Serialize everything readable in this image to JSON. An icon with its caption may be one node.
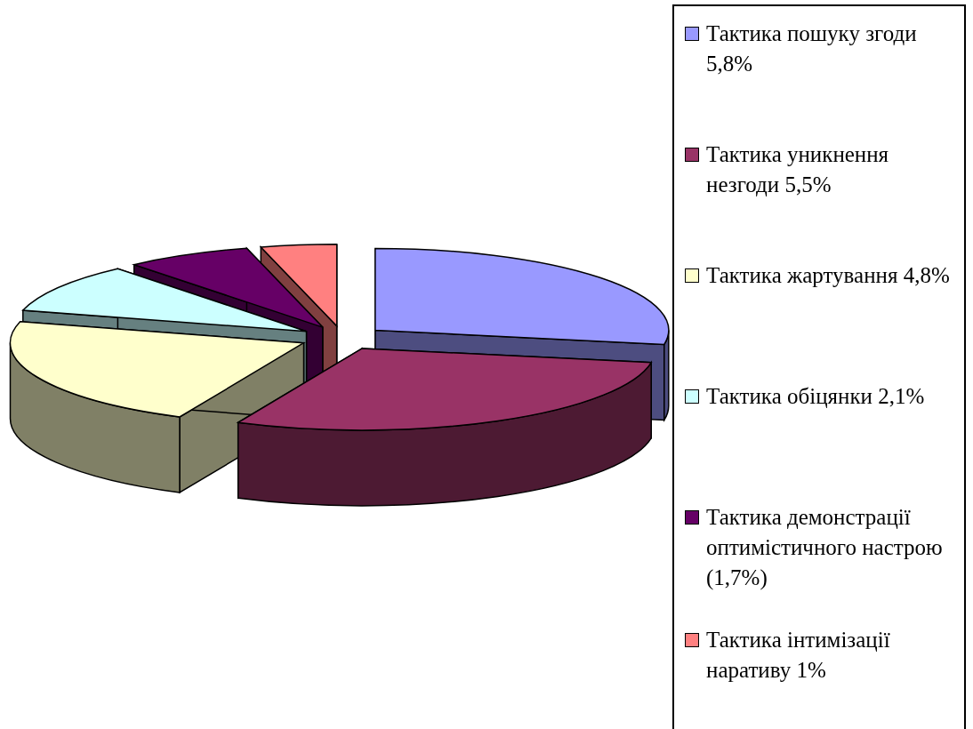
{
  "diagram": {
    "legend": [
      {
        "text": "Тактика пошуку згоди 5,8%",
        "color": "#9999ff"
      },
      {
        "text": "Тактика уникнення незгоди 5,5%",
        "color": "#993366"
      },
      {
        "text": "Тактика жартування 4,8%",
        "color": "#ffffcc"
      },
      {
        "text": "Тактика обіцянки 2,1%",
        "color": "#ccffff"
      },
      {
        "text": "Тактика демонстрації оптимістичного настрою (1,7%)",
        "color": "#660066"
      },
      {
        "text": "Тактика інтимізації наративу 1%",
        "color": "#ff8080"
      }
    ]
  }
}
